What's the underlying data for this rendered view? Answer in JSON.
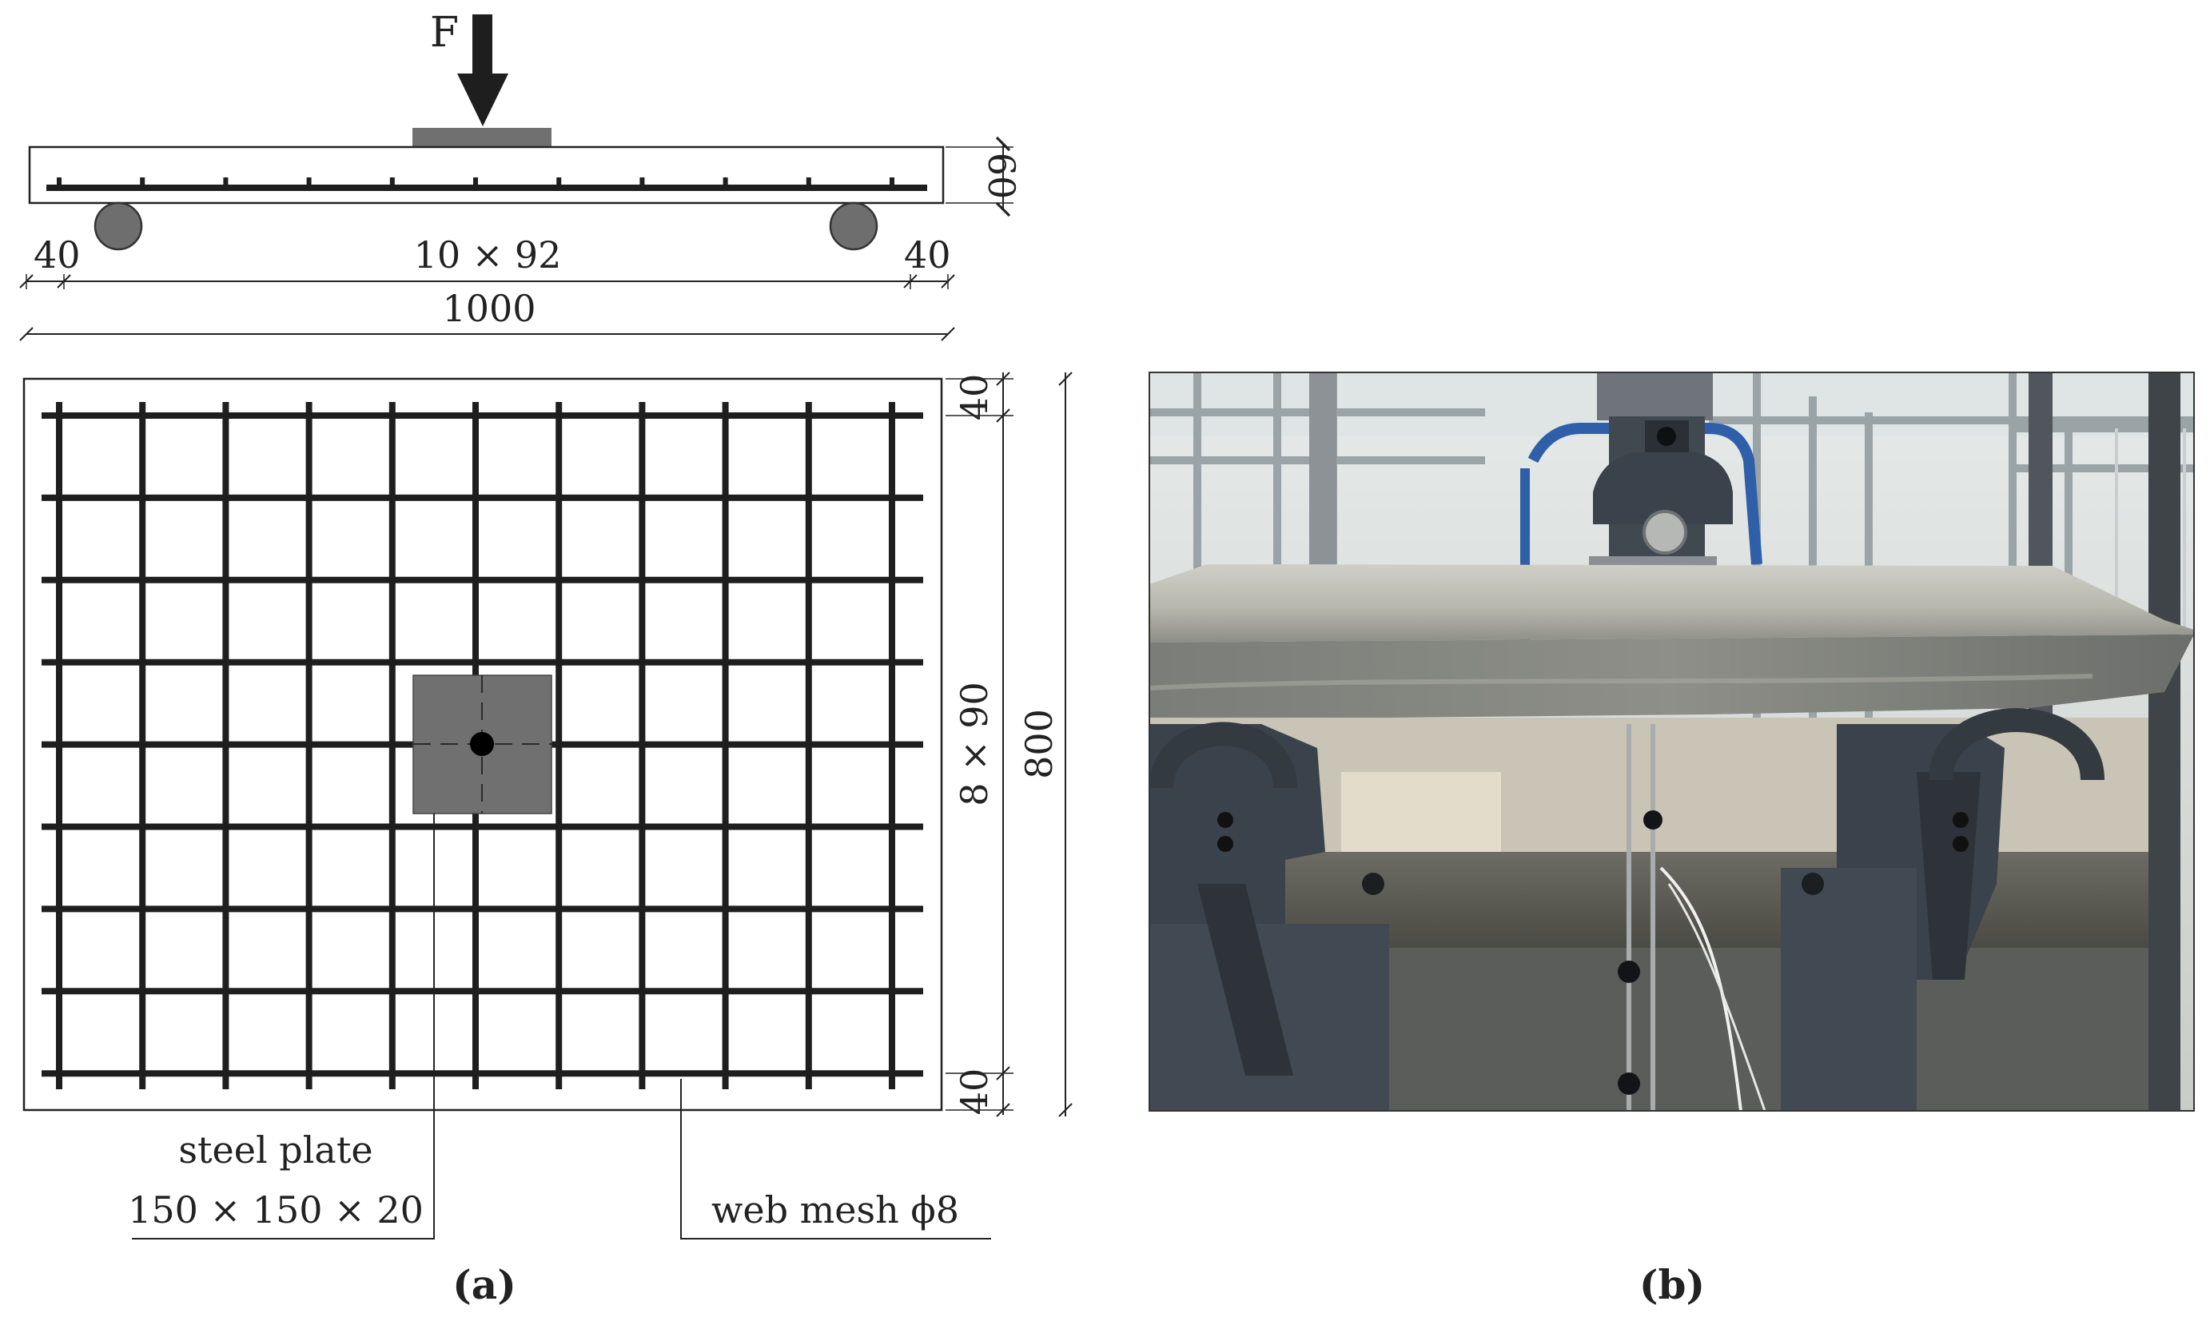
{
  "panel_a": {
    "label": "(a)",
    "load_label": "F",
    "section_height": "60",
    "edge_left": "40",
    "spacing_span": "10 × 92",
    "edge_right": "40",
    "total_length": "1000",
    "plan_top_edge": "40",
    "plan_spacing": "8 × 90",
    "plan_height": "800",
    "plan_bottom_edge": "40",
    "plate_label_line1": "steel plate",
    "plate_label_line2": "150 × 150 × 20",
    "mesh_label": "web mesh ϕ8"
  },
  "panel_b": {
    "label": "(b)",
    "photo": "slab-test-setup-photo"
  },
  "colors": {
    "line": "#222222",
    "rebar": "#1e1e1e",
    "plate": "#707070",
    "support": "#6e6e6e",
    "slab_photo": "#b9b8ae",
    "rig_steel": "#3a424b"
  }
}
